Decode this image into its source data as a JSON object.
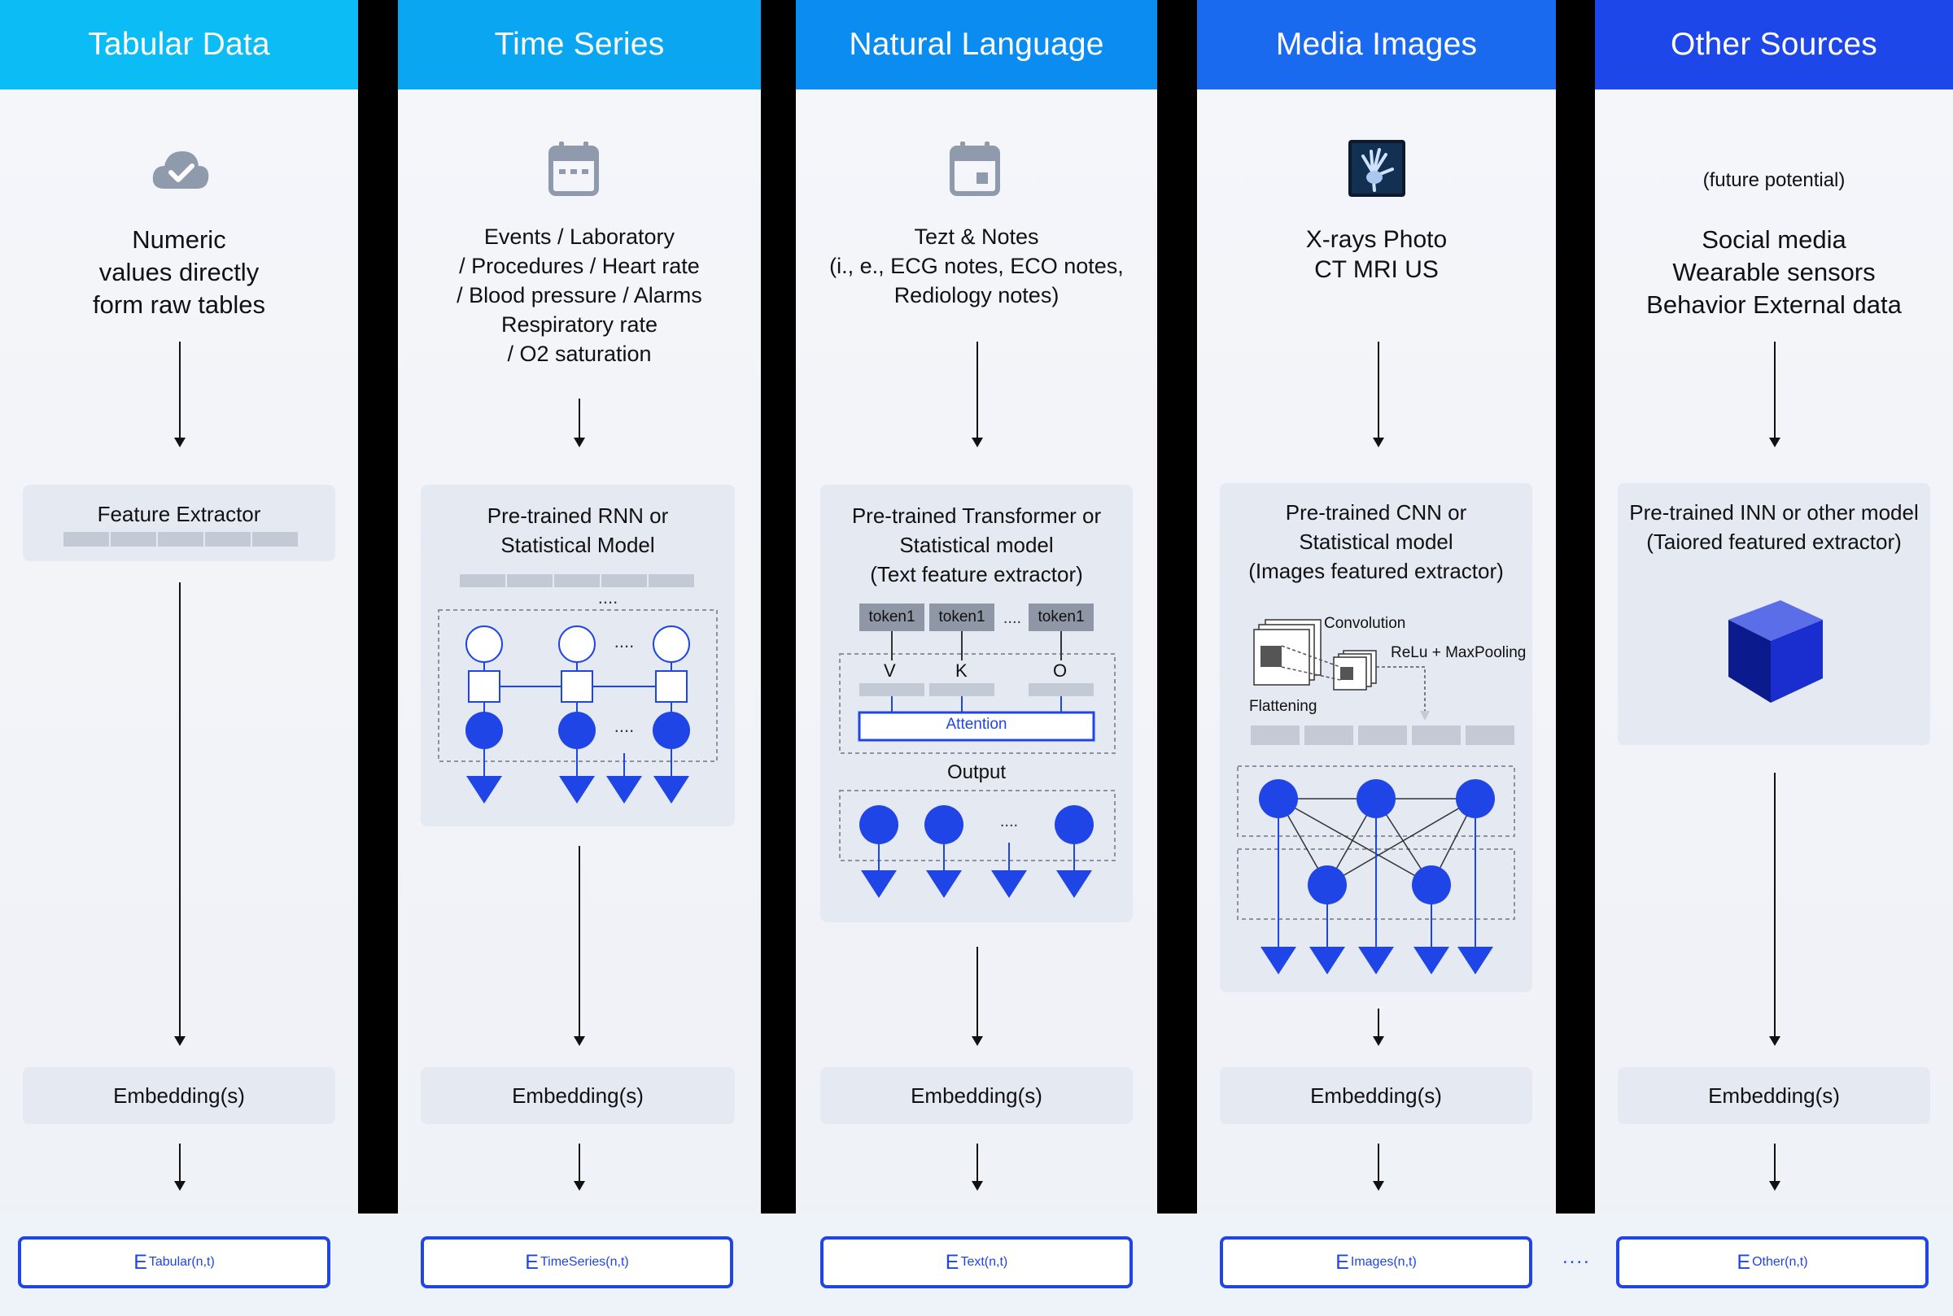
{
  "columns": [
    {
      "header": "Tabular Data",
      "header_color": "#0bbcf5",
      "icon": "cloud-check-icon",
      "description": [
        "Numeric",
        "values directly",
        "form raw tables"
      ],
      "extractor_title": "Feature Extractor",
      "embedding": "Embedding(s)",
      "output_main": "E",
      "output_sub": "Tabular(n,t)"
    },
    {
      "header": "Time Series",
      "header_color": "#0aa6f2",
      "icon": "calendar-icon",
      "description": [
        "Events / Laboratory",
        "/ Procedures / Heart rate",
        "/ Blood pressure / Alarms",
        "Respiratory rate",
        "/ O2 saturation"
      ],
      "extractor_title": [
        "Pre-trained RNN or",
        "Statistical Model"
      ],
      "embedding": "Embedding(s)",
      "output_main": "E",
      "output_sub": "TimeSeries(n,t)"
    },
    {
      "header": "Natural Language",
      "header_color": "#0a8cf0",
      "icon": "calendar-day-icon",
      "description": [
        "Tezt & Notes",
        "(i., e., ECG notes, ECO notes,",
        "Rediology notes)"
      ],
      "extractor_title": [
        "Pre-trained Transformer or",
        "Statistical model",
        "(Text feature extractor)"
      ],
      "tokens": [
        "token1",
        "token1",
        "token1"
      ],
      "attention_letters": [
        "V",
        "K",
        "O"
      ],
      "attention_label": "Attention",
      "output_label": "Output",
      "embedding": "Embedding(s)",
      "output_main": "E",
      "output_sub": "Text(n,t)"
    },
    {
      "header": "Media Images",
      "header_color": "#1a6af0",
      "icon": "xray-hand-icon",
      "description": [
        "X-rays Photo",
        "CT MRI US"
      ],
      "extractor_title": [
        "Pre-trained CNN or",
        "Statistical model",
        "(Images featured extractor)"
      ],
      "cnn_labels": {
        "convolution": "Convolution",
        "relu": "ReLu + MaxPooling",
        "flattening": "Flattening"
      },
      "embedding": "Embedding(s)",
      "output_main": "E",
      "output_sub": "Images(n,t)"
    },
    {
      "header": "Other Sources",
      "header_color": "#1d47e8",
      "icon": "cube-icon",
      "note": "(future potential)",
      "description": [
        "Social media",
        "Wearable sensors",
        "Behavior External data"
      ],
      "extractor_title": [
        "Pre-trained INN or other model",
        "(Taiored featured extractor)"
      ],
      "embedding": "Embedding(s)",
      "output_main": "E",
      "output_sub": "Other(n,t)"
    }
  ],
  "ellipsis": "....",
  "colors": {
    "accent": "#1f45e6",
    "node": "#1f45e6",
    "panel": "#e4e9f2",
    "bar": "#c3cad6"
  }
}
